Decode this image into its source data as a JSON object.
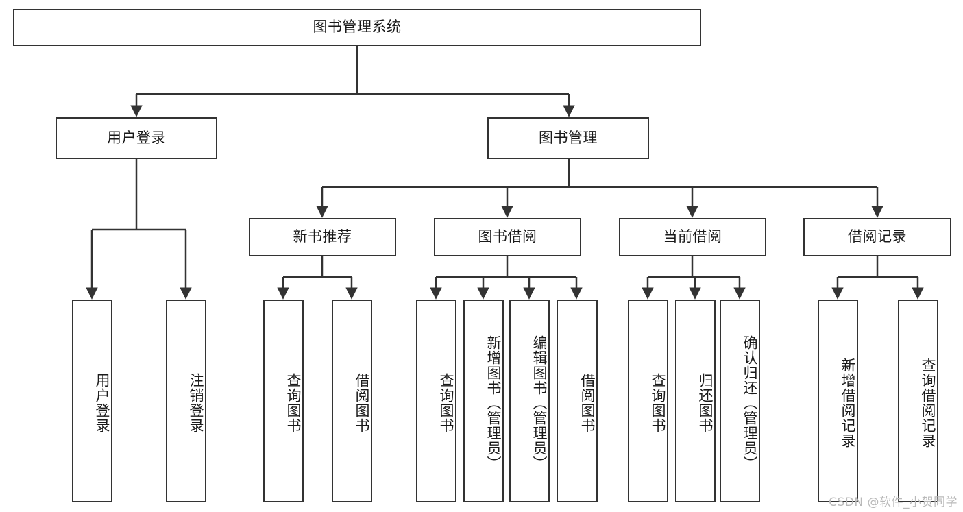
{
  "diagram": {
    "title": "图书管理系统",
    "type": "tree",
    "stroke_color": "#333333",
    "fill_color": "#ffffff",
    "text_color": "#1a1a1a",
    "root": {
      "label": "图书管理系统"
    },
    "level2": [
      {
        "label": "用户登录"
      },
      {
        "label": "图书管理"
      }
    ],
    "level3": [
      {
        "label": "新书推荐"
      },
      {
        "label": "图书借阅"
      },
      {
        "label": "当前借阅"
      },
      {
        "label": "借阅记录"
      }
    ],
    "leaves": {
      "user_login": [
        {
          "label": "用户登录"
        },
        {
          "label": "注销登录"
        }
      ],
      "new_book_recommend": [
        {
          "label": "查询图书"
        },
        {
          "label": "借阅图书"
        }
      ],
      "book_borrow": [
        {
          "label": "查询图书"
        },
        {
          "label": "新增图书（管理员）"
        },
        {
          "label": "编辑图书（管理员）"
        },
        {
          "label": "借阅图书"
        }
      ],
      "current_borrow": [
        {
          "label": "查询图书"
        },
        {
          "label": "归还图书"
        },
        {
          "label": "确认归还（管理员）"
        }
      ],
      "borrow_record": [
        {
          "label": "新增借阅记录"
        },
        {
          "label": "查询借阅记录"
        }
      ]
    }
  },
  "watermark": {
    "text": "CSDN @软件_小贺同学"
  }
}
